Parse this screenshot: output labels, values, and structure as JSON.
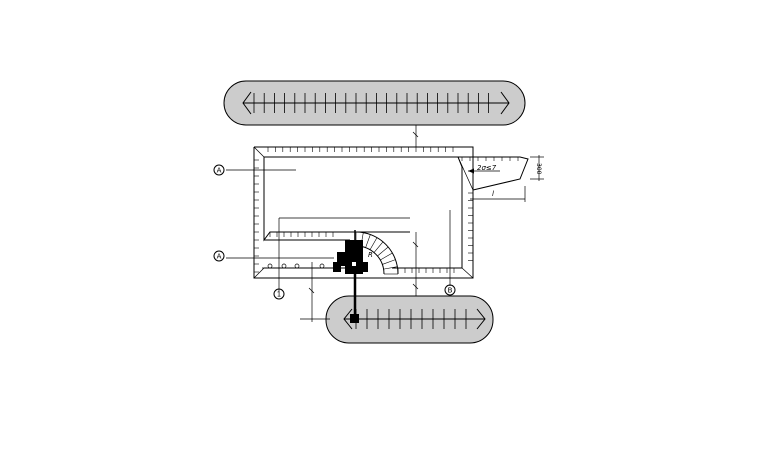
{
  "dimensions": {
    "slope_label": "2σ≤7",
    "width_label": "300",
    "small_tick_label": "l",
    "arc_label": "R"
  },
  "grid_markers": {
    "marker_a_top": "A",
    "marker_a_mid": "A",
    "marker_1": "1",
    "marker_b": "B"
  },
  "colors": {
    "track_fill": "#cccccc",
    "line": "#000000",
    "machine": "#000000"
  }
}
